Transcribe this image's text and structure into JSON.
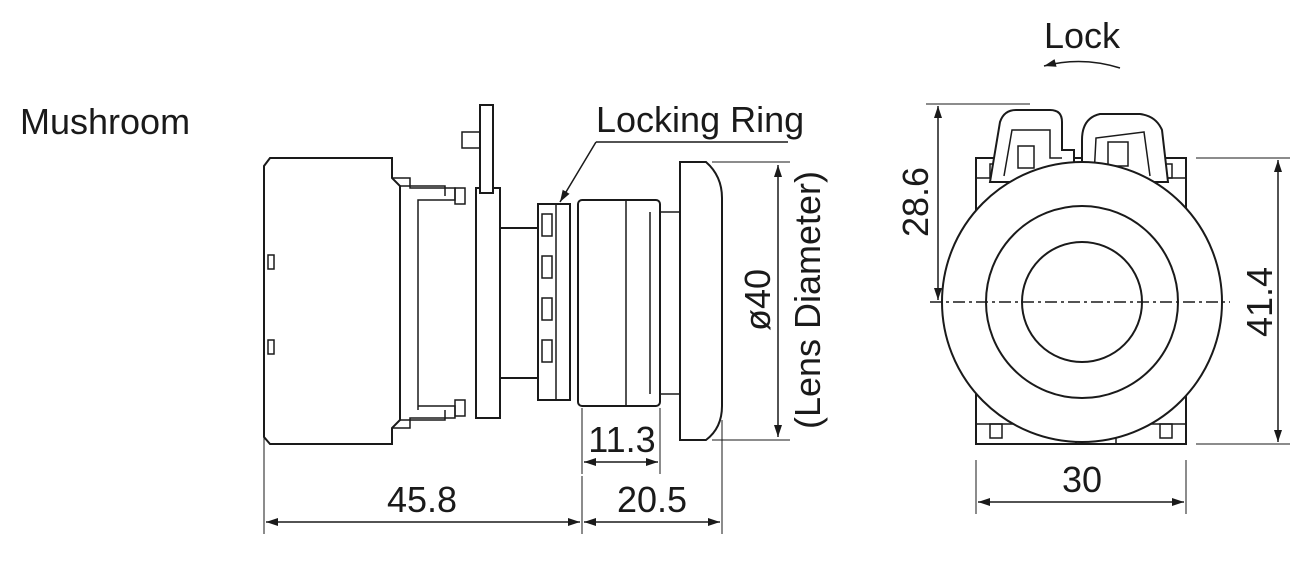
{
  "title": "Mushroom",
  "labels": {
    "locking_ring": "Locking Ring",
    "lock": "Lock",
    "lens_diameter_value": "ø40",
    "lens_diameter_text": "(Lens Diameter)"
  },
  "dimensions": {
    "d_45_8": "45.8",
    "d_20_5": "20.5",
    "d_11_3": "11.3",
    "d_28_6": "28.6",
    "d_41_4": "41.4",
    "d_30": "30"
  }
}
